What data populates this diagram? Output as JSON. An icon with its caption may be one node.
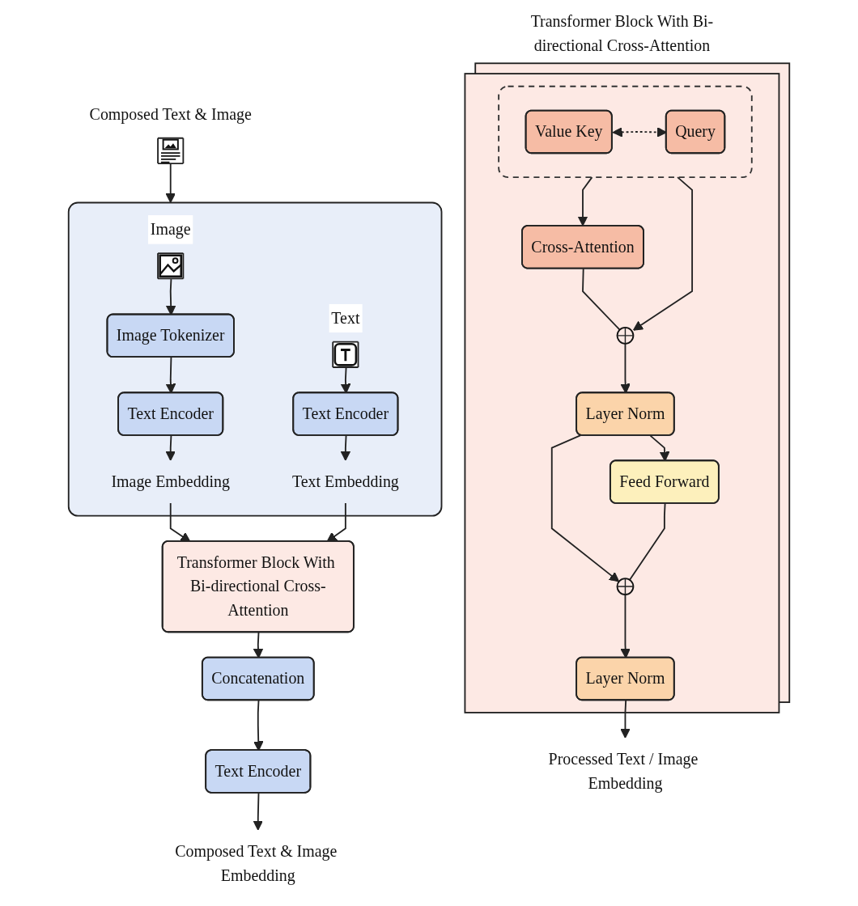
{
  "diagram": {
    "nodes": [
      {
        "text": [
          "Composed Text & Image"
        ]
      },
      {
        "text": [],
        "shape": "box"
      },
      {
        "text": [
          "Image"
        ],
        "in": 1
      },
      {
        "text": [
          "Text"
        ],
        "in": 1
      },
      {
        "text": [
          "Image Tokenizer"
        ],
        "in": 1
      },
      {
        "text": [
          "Text Encoder"
        ],
        "in": 1
      },
      {
        "text": [
          "Text Encoder"
        ],
        "in": 1
      },
      {
        "text": [
          "Text Embedding"
        ],
        "in": 1
      },
      {
        "text": [
          "Image Embedding"
        ],
        "in": 1
      },
      {
        "text": [
          "Transformer Block With Bi-directional Cross-Attention"
        ]
      },
      {
        "text": [
          "Concatenation"
        ]
      },
      {
        "text": [
          "Text Encoder"
        ]
      },
      {
        "text": [
          "Composed Text & Image Embedding"
        ]
      },
      {
        "text": [
          "Transformer Block With Bi-directional Cross-Attention"
        ]
      },
      {
        "text": [],
        "shape": "box",
        "in": 13
      },
      {
        "text": [
          "Value Key"
        ],
        "in": 14
      },
      {
        "text": [
          "Query"
        ],
        "in": 14
      },
      {
        "text": [
          "Cross-Attention"
        ],
        "in": 13
      },
      {
        "text": [],
        "shape": "circle",
        "in": 13
      },
      {
        "text": [
          "Layer Norm"
        ],
        "in": 13
      },
      {
        "text": [
          "Feed Forward"
        ],
        "in": 13
      },
      {
        "text": [],
        "shape": "circle",
        "in": 13
      },
      {
        "text": [
          "Layer Norm"
        ],
        "in": 13
      },
      {
        "text": [
          "Processed Text / Image Embedding"
        ]
      }
    ],
    "edges": [
      {
        "from": 0,
        "to": 1,
        "arrow": "to"
      },
      {
        "from": 2,
        "to": 4,
        "arrow": "to"
      },
      {
        "from": 3,
        "to": 5,
        "arrow": "to"
      },
      {
        "from": 4,
        "to": 6,
        "arrow": "to"
      },
      {
        "from": 5,
        "to": 7,
        "arrow": "to"
      },
      {
        "from": 6,
        "to": 8,
        "arrow": "to"
      },
      {
        "from": 8,
        "to": 9,
        "arrow": "to"
      },
      {
        "from": 7,
        "to": 9,
        "arrow": "to"
      },
      {
        "from": 9,
        "to": 10,
        "arrow": "to"
      },
      {
        "from": 10,
        "to": 11,
        "arrow": "to"
      },
      {
        "from": 11,
        "to": 12,
        "arrow": "to"
      },
      {
        "from": 15,
        "to": 16,
        "arrow": "both",
        "style": "dashed"
      },
      {
        "from": 14,
        "to": 17,
        "arrow": "to"
      },
      {
        "from": 14,
        "to": 18,
        "arrow": "to"
      },
      {
        "from": 17,
        "to": 18,
        "arrow": "none"
      },
      {
        "from": 18,
        "to": 19,
        "arrow": "to"
      },
      {
        "from": 19,
        "to": 20,
        "arrow": "to"
      },
      {
        "from": 19,
        "to": 21,
        "arrow": "to"
      },
      {
        "from": 20,
        "to": 21,
        "arrow": "none"
      },
      {
        "from": 21,
        "to": 22,
        "arrow": "to"
      },
      {
        "from": 22,
        "to": 23,
        "arrow": "to"
      }
    ]
  }
}
